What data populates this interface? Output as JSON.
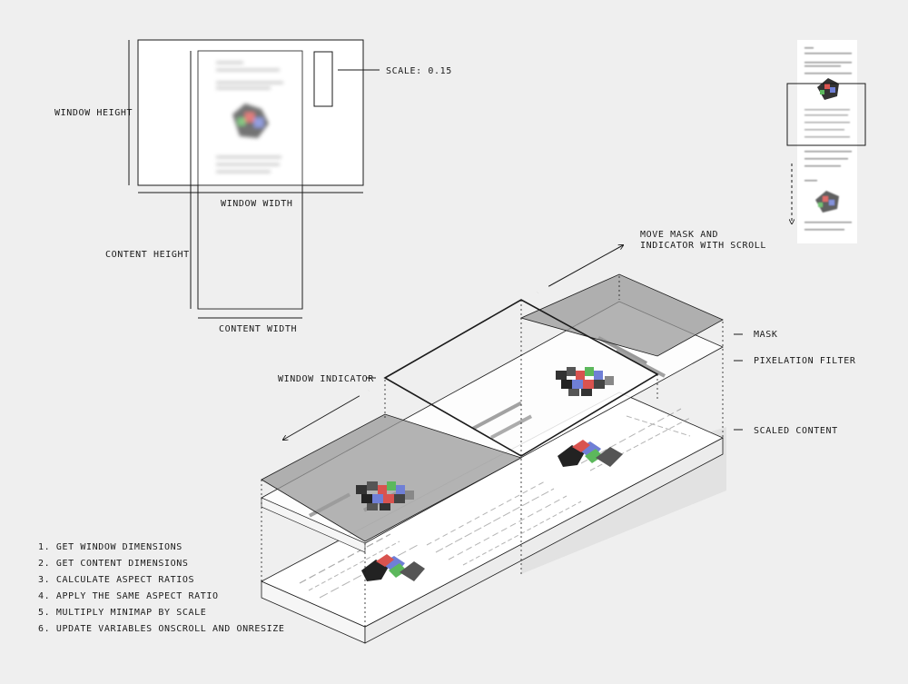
{
  "labels": {
    "scale": "SCALE: 0.15",
    "window_height": "WINDOW HEIGHT",
    "window_width": "WINDOW WIDTH",
    "content_height": "CONTENT HEIGHT",
    "content_width": "CONTENT WIDTH",
    "move_mask_1": "MOVE MASK AND",
    "move_mask_2": "INDICATOR WITH SCROLL",
    "mask": "MASK",
    "pixelation_filter": "PIXELATION FILTER",
    "window_indicator": "WINDOW INDICATOR",
    "scaled_content": "SCALED CONTENT"
  },
  "steps": [
    "1. GET WINDOW DIMENSIONS",
    "2. GET CONTENT DIMENSIONS",
    "3. CALCULATE ASPECT RATIOS",
    "4. APPLY THE SAME ASPECT RATIO",
    "5. MULTIPLY MINIMAP BY SCALE",
    "6. UPDATE VARIABLES ONSCROLL AND ONRESIZE"
  ],
  "colors": {
    "background": "#efefef",
    "line": "#1a1a1a",
    "mask_fill": "#9a9a9a",
    "image_red": "#d9534f",
    "image_green": "#5cb85c",
    "image_blue": "#6f7fd6"
  }
}
